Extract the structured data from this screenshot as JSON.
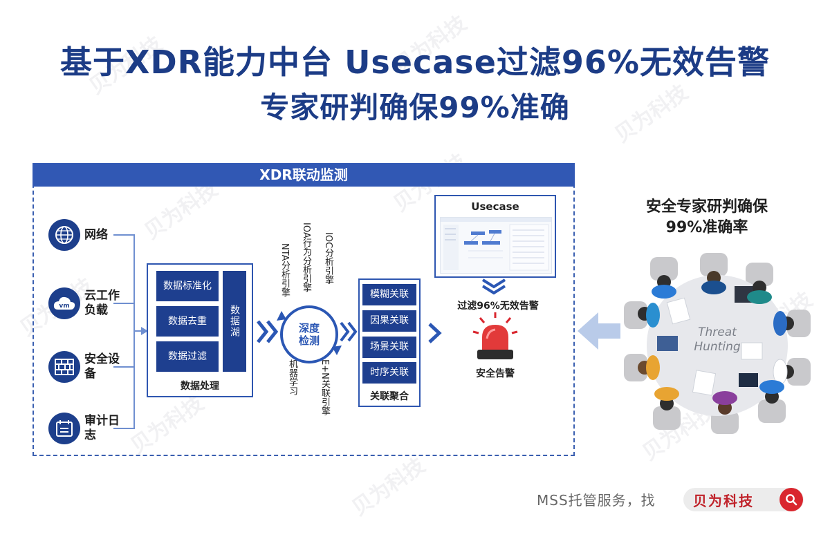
{
  "title": {
    "line1": "基于XDR能力中台 Usecase过滤96%无效告警",
    "line2": "专家研判确保99%准确"
  },
  "watermark_text": "贝为科技",
  "xdr": {
    "header": "XDR联动监测",
    "sources": [
      {
        "label": "网络",
        "icon": "globe-icon"
      },
      {
        "label": "云工作负载",
        "icon": "cloud-vm-icon",
        "badge": "vm"
      },
      {
        "label": "安全设备",
        "icon": "firewall-icon"
      },
      {
        "label": "审计日志",
        "icon": "calendar-log-icon"
      }
    ],
    "processing": {
      "items": [
        "数据标准化",
        "数据去重",
        "数据过滤"
      ],
      "lake": "数据湖",
      "caption": "数据处理"
    },
    "engines": {
      "ioa": "IOA行为分析引擎",
      "nta": "NTA分析引擎",
      "ioc": "IOC分析引擎",
      "ml": "机器学习",
      "en": "E+N关联引擎",
      "center": "深度检测"
    },
    "correlation": {
      "items": [
        "模糊关联",
        "因果关联",
        "场景关联",
        "时序关联"
      ],
      "caption": "关联聚合"
    },
    "usecase": {
      "title": "Usecase",
      "filter_label": "过滤96%无效告警",
      "alarm_label": "安全告警"
    }
  },
  "expert": {
    "title_line1": "安全专家研判确保",
    "title_line2": "99%准确率",
    "table_text_1": "Threat",
    "table_text_2": "Hunting"
  },
  "footer": {
    "text": "MSS托管服务，找",
    "brand": "贝为科技",
    "search_icon": "search-icon"
  },
  "colors": {
    "primary_dark": "#1c3c86",
    "primary": "#2b57b4",
    "alert_red": "#d9262e"
  }
}
